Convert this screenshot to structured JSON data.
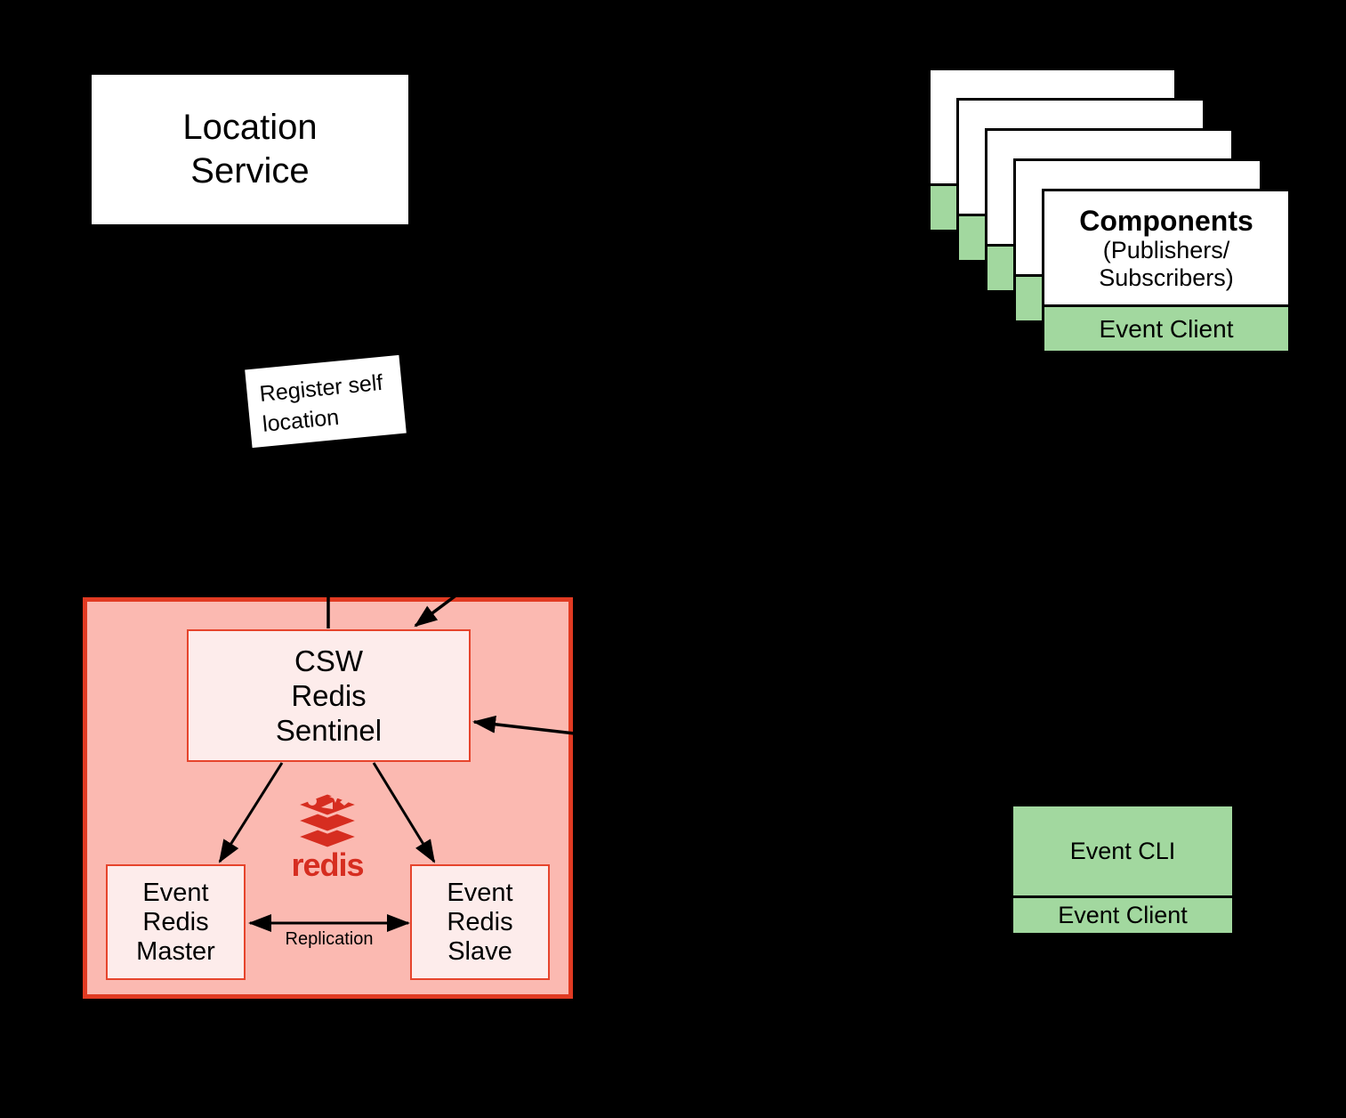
{
  "location_service": {
    "line1": "Location",
    "line2": "Service"
  },
  "register_note": {
    "line1": "Register self",
    "line2": "location"
  },
  "components_stack": {
    "title": "Components",
    "subtitle1": "(Publishers/",
    "subtitle2": "Subscribers)",
    "footer": "Event Client",
    "back_card_count": 4
  },
  "redis_cluster": {
    "sentinel": {
      "line1": "CSW",
      "line2": "Redis",
      "line3": "Sentinel"
    },
    "master": {
      "line1": "Event",
      "line2": "Redis",
      "line3": "Master"
    },
    "slave": {
      "line1": "Event",
      "line2": "Redis",
      "line3": "Slave"
    },
    "replication_label": "Replication",
    "redis_logo": {
      "icon": "redis-database-stack-icon",
      "wordmark": "redis"
    }
  },
  "event_cli": {
    "title": "Event CLI",
    "footer": "Event Client"
  },
  "colors": {
    "background": "#000000",
    "container_fill": "#fbb9b1",
    "container_border": "#e13a22",
    "node_fill": "#fdeceb",
    "node_border": "#e6442c",
    "green": "#a2d89f",
    "redis_red": "#d62d20",
    "arrow": "#000000",
    "card_white": "#ffffff"
  }
}
